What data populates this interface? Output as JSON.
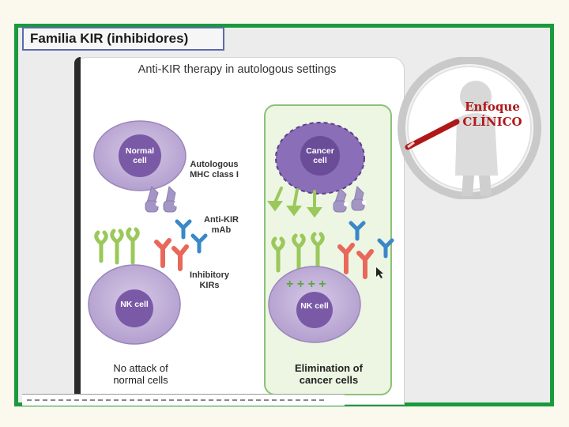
{
  "slide": {
    "title": "Familia KIR (inhibidores)",
    "frame_color": "#1a9a3c"
  },
  "figure": {
    "title": "Anti-KIR therapy in autologous settings",
    "left": {
      "normal_cell": "Normal cell",
      "nk_cell": "NK cell",
      "caption": "No attack of normal cells"
    },
    "right": {
      "cancer_cell": "Cancer cell",
      "nk_cell": "NK cell",
      "caption": "Elimination of cancer cells"
    },
    "labels": {
      "mhc": "Autologous MHC class I",
      "mab": "Anti-KIR mAb",
      "kirs": "Inhibitory KIRs"
    },
    "colors": {
      "cell_fill": "#b9a5d4",
      "nucleus": "#7a5aa6",
      "mhc": "#a496c4",
      "activating_receptor": "#9ac85a",
      "inhibitory_kir": "#e8685a",
      "antibody": "#3a88c8",
      "green_box": "#edf5e3"
    }
  },
  "badge": {
    "line1": "Enfoque",
    "line2": "CLÍNICO",
    "icon": "magnifier-icon"
  }
}
